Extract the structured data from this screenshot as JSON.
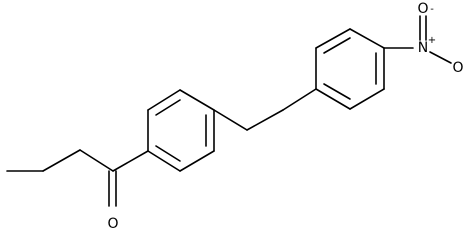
{
  "molecule": {
    "atoms": {
      "nitro_n": "N",
      "nitro_n_charge": "+",
      "nitro_o_top": "O",
      "nitro_o_top_charge": "-",
      "nitro_o_right": "O",
      "ketone_o": "O"
    },
    "colors": {
      "bond": "#000000",
      "atom_label": "#000000",
      "background": "#ffffff"
    }
  }
}
